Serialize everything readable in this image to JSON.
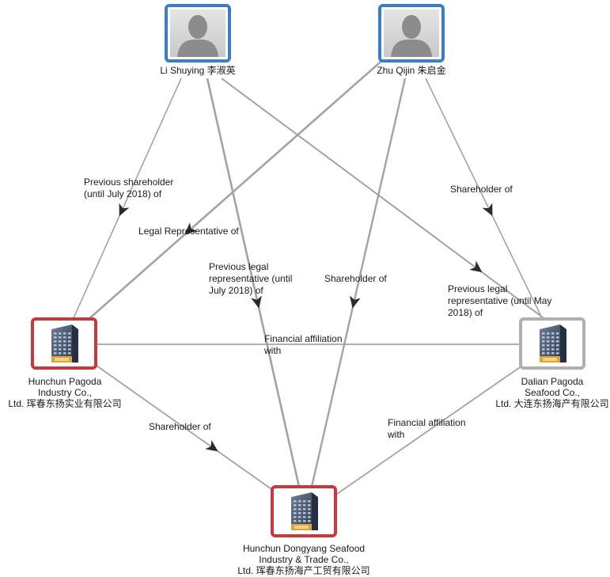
{
  "nodes": {
    "li_shuying": {
      "kind": "person",
      "label": [
        "Li Shuying 李淑英"
      ]
    },
    "zhu_qijin": {
      "kind": "person",
      "label": [
        "Zhu Qijin 朱启金"
      ]
    },
    "hunchun_pagoda": {
      "kind": "company",
      "status": "active",
      "label": [
        "Hunchun Pagoda",
        "Industry Co.,",
        "Ltd. 珲春东扬实业有限公司"
      ]
    },
    "dalian_pagoda": {
      "kind": "company",
      "status": "inactive",
      "label": [
        "Dalian Pagoda",
        "Seafood Co.,",
        "Ltd. 大连东扬海产有限公司"
      ]
    },
    "hunchun_dongyang": {
      "kind": "company",
      "status": "active",
      "label": [
        "Hunchun Dongyang Seafood",
        "Industry & Trade Co.,",
        "Ltd. 珲春东扬海产工贸有限公司"
      ]
    }
  },
  "edges": [
    {
      "id": "ls-prev-shareholder",
      "from": "li_shuying",
      "to": "hunchun_pagoda",
      "label": [
        "Previous shareholder",
        "(until July 2018) of"
      ]
    },
    {
      "id": "zq-legal-rep",
      "from": "zhu_qijin",
      "to": "hunchun_pagoda",
      "label": [
        "Legal Representative of"
      ]
    },
    {
      "id": "ls-prev-legal-rep-dongyang",
      "from": "li_shuying",
      "to": "hunchun_dongyang",
      "label": [
        "Previous legal",
        "representative (until",
        "July 2018) of"
      ]
    },
    {
      "id": "zq-shareholder-dongyang",
      "from": "zhu_qijin",
      "to": "hunchun_dongyang",
      "label": [
        "Shareholder of"
      ]
    },
    {
      "id": "ls-prev-legal-rep-dalian",
      "from": "li_shuying",
      "to": "dalian_pagoda",
      "label": [
        "Previous legal",
        "representative (until May",
        "2018) of"
      ]
    },
    {
      "id": "zq-shareholder-dalian",
      "from": "zhu_qijin",
      "to": "dalian_pagoda",
      "label": [
        "Shareholder of"
      ]
    },
    {
      "id": "pagoda-dalian-affiliation",
      "from": "hunchun_pagoda",
      "to": "dalian_pagoda",
      "label": [
        "Financial affiliation",
        "with"
      ]
    },
    {
      "id": "pagoda-shareholder-dongyang",
      "from": "hunchun_pagoda",
      "to": "hunchun_dongyang",
      "label": [
        "Shareholder of"
      ]
    },
    {
      "id": "dalian-dongyang-affiliation",
      "from": "dalian_pagoda",
      "to": "hunchun_dongyang",
      "label": [
        "Financial affiliation",
        "with"
      ]
    }
  ],
  "colors": {
    "person_border": "#3a7fc4",
    "active_company_border": "#c83a3a",
    "inactive_company_border": "#b0b0b0",
    "edge": "#a3a3a3",
    "arrow": "#2b2b2b"
  }
}
